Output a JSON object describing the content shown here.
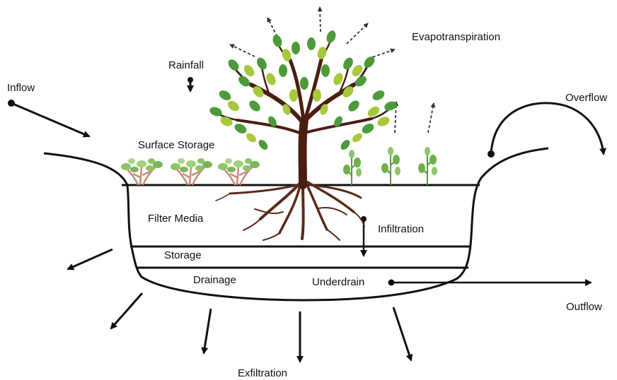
{
  "labels": {
    "inflow": "Inflow",
    "rainfall": "Rainfall",
    "evapotranspiration": "Evapotranspiration",
    "overflow": "Overflow",
    "surface_storage": "Surface Storage",
    "filter_media": "Filter Media",
    "infiltration": "Infiltration",
    "storage": "Storage",
    "drainage": "Drainage",
    "underdrain": "Underdrain",
    "outflow": "Outflow",
    "exfiltration": "Exfiltration"
  },
  "colors": {
    "line": "#111111",
    "trunk": "#4a1e10",
    "root": "#5a2a1a",
    "leaf_dark": "#4c9a3a",
    "leaf_light": "#a8c83c",
    "shrub_leaf": "#8cc46a",
    "shrub_stem": "#c98a7a"
  }
}
